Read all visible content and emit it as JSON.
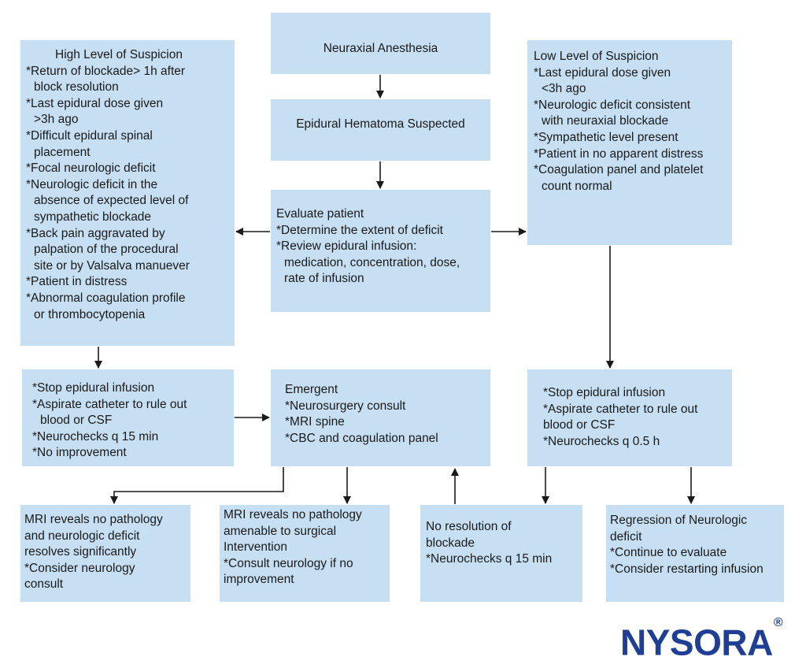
{
  "nodes": {
    "neuraxial": {
      "title": "Neuraxial Anesthesia"
    },
    "suspected": {
      "title": "Epidural Hematoma Suspected"
    },
    "evaluate": {
      "title": "Evaluate patient",
      "lines": [
        {
          "first": "*Determine the extent of deficit"
        },
        {
          "first": "*Review epidural infusion:",
          "cont": [
            "medication, concentration, dose,",
            "rate of infusion"
          ]
        }
      ]
    },
    "high": {
      "title": "High Level of Suspicion",
      "lines": [
        {
          "first": "*Return of blockade> 1h after",
          "cont": [
            "block resolution"
          ]
        },
        {
          "first": "*Last epidural dose given",
          "cont": [
            ">3h ago"
          ]
        },
        {
          "first": "*Difficult epidural spinal",
          "cont": [
            "placement"
          ]
        },
        {
          "first": "*Focal neurologic deficit"
        },
        {
          "first": "*Neurologic deficit in the",
          "cont": [
            "absence of expected level of",
            "sympathetic blockade"
          ]
        },
        {
          "first": "*Back pain aggravated by",
          "cont": [
            "palpation of the procedural",
            "site or by Valsalva manuever"
          ]
        },
        {
          "first": "*Patient in distress"
        },
        {
          "first": "*Abnormal coagulation profile",
          "cont": [
            "or thrombocytopenia"
          ]
        }
      ]
    },
    "low": {
      "title": "Low Level of Suspicion",
      "lines": [
        {
          "first": "*Last epidural dose given",
          "cont": [
            "<3h ago"
          ]
        },
        {
          "first": "*Neurologic deficit consistent",
          "cont": [
            "with neuraxial blockade"
          ]
        },
        {
          "first": "*Sympathetic level present"
        },
        {
          "first": "*Patient in no apparent distress"
        },
        {
          "first": "*Coagulation panel and platelet",
          "cont": [
            "count normal"
          ]
        }
      ]
    },
    "stop_high": {
      "lines": [
        {
          "first": "*Stop epidural infusion"
        },
        {
          "first": "*Aspirate catheter to rule out",
          "cont": [
            "blood or CSF"
          ]
        },
        {
          "first": "*Neurochecks q 15 min"
        },
        {
          "first": "*No improvement"
        }
      ]
    },
    "emergent": {
      "title": "Emergent",
      "lines": [
        {
          "first": "*Neurosurgery consult"
        },
        {
          "first": "*MRI spine"
        },
        {
          "first": "*CBC and coagulation panel"
        }
      ]
    },
    "stop_low": {
      "lines": [
        {
          "first": "*Stop epidural infusion"
        },
        {
          "first": "*Aspirate catheter to rule out"
        },
        {
          "first": "blood or CSF"
        },
        {
          "first": "*Neurochecks q 0.5 h"
        }
      ]
    },
    "mri_resolves": {
      "lines": [
        {
          "first": "MRI reveals no pathology"
        },
        {
          "first": "and neurologic deficit"
        },
        {
          "first": "resolves significantly"
        },
        {
          "first": "*Consider neurology"
        },
        {
          "first": "consult"
        }
      ]
    },
    "mri_no_surgery": {
      "lines": [
        {
          "first": "MRI reveals no pathology"
        },
        {
          "first": "amenable to surgical"
        },
        {
          "first": "Intervention"
        },
        {
          "first": "*Consult neurology if no"
        },
        {
          "first": "improvement"
        }
      ]
    },
    "no_resolution": {
      "lines": [
        {
          "first": "No resolution of"
        },
        {
          "first": "blockade"
        },
        {
          "first": "*Neurochecks q 15 min"
        }
      ]
    },
    "regression": {
      "lines": [
        {
          "first": "Regression of Neurologic"
        },
        {
          "first": "deficit"
        },
        {
          "first": "*Continue to evaluate"
        },
        {
          "first": "*Consider restarting infusion"
        }
      ]
    }
  },
  "logo": {
    "text": "NYSORA",
    "mark": "®",
    "color": "#1f3f97"
  },
  "colors": {
    "box_fill": "#c6dff2",
    "arrow": "#1a1a1a"
  }
}
